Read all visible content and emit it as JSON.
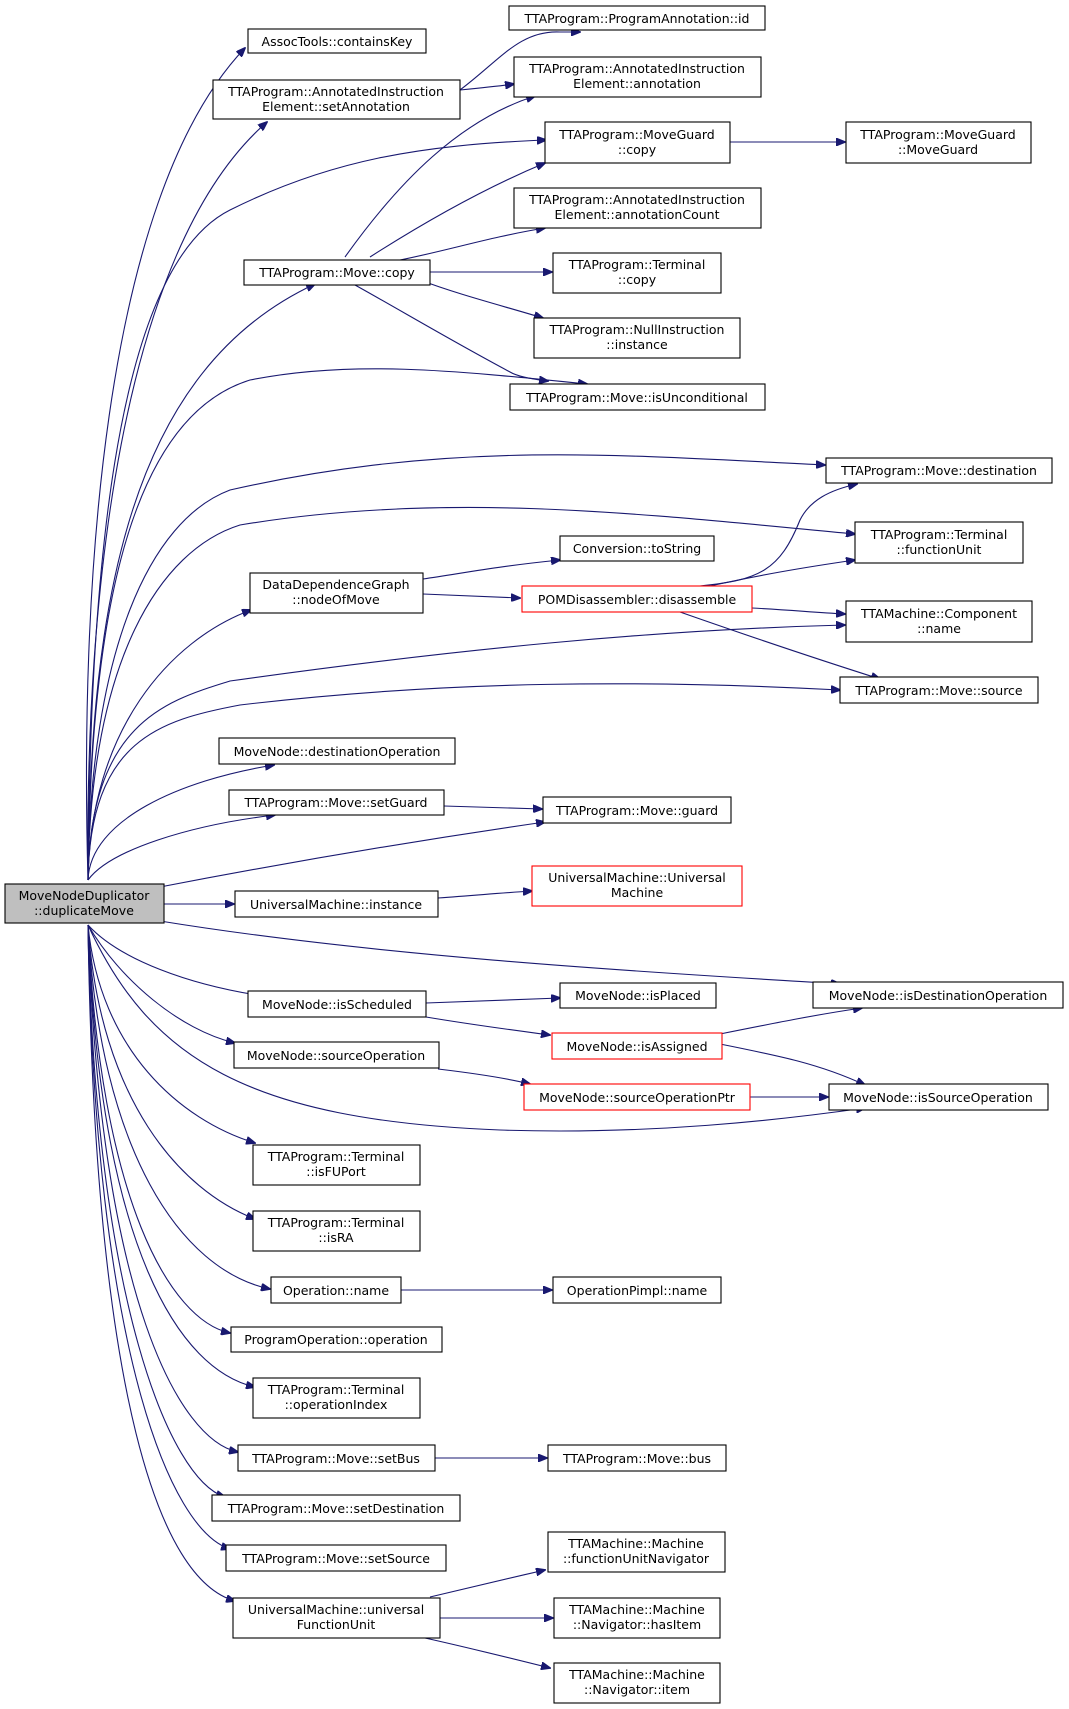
{
  "root": {
    "line1": "MoveNodeDuplicator",
    "line2": "::duplicateMove"
  },
  "nodes": {
    "containsKey": {
      "line1": "AssocTools::containsKey"
    },
    "annId": {
      "line1": "TTAProgram::ProgramAnnotation::id"
    },
    "setAnnotation": {
      "line1": "TTAProgram::AnnotatedInstruction",
      "line2": "Element::setAnnotation"
    },
    "annotation": {
      "line1": "TTAProgram::AnnotatedInstruction",
      "line2": "Element::annotation"
    },
    "guardCopy": {
      "line1": "TTAProgram::MoveGuard",
      "line2": "::copy"
    },
    "moveGuardCtor": {
      "line1": "TTAProgram::MoveGuard",
      "line2": "::MoveGuard"
    },
    "annotationCount": {
      "line1": "TTAProgram::AnnotatedInstruction",
      "line2": "Element::annotationCount"
    },
    "moveCopy": {
      "line1": "TTAProgram::Move::copy"
    },
    "terminalCopy": {
      "line1": "TTAProgram::Terminal",
      "line2": "::copy"
    },
    "nullInstr": {
      "line1": "TTAProgram::NullInstruction",
      "line2": "::instance"
    },
    "isUnconditional": {
      "line1": "TTAProgram::Move::isUnconditional"
    },
    "destination": {
      "line1": "TTAProgram::Move::destination"
    },
    "functionUnit": {
      "line1": "TTAProgram::Terminal",
      "line2": "::functionUnit"
    },
    "toString": {
      "line1": "Conversion::toString"
    },
    "nodeOfMove": {
      "line1": "DataDependenceGraph",
      "line2": "::nodeOfMove"
    },
    "disassemble": {
      "line1": "POMDisassembler::disassemble"
    },
    "componentName": {
      "line1": "TTAMachine::Component",
      "line2": "::name"
    },
    "source": {
      "line1": "TTAProgram::Move::source"
    },
    "destOp": {
      "line1": "MoveNode::destinationOperation"
    },
    "setGuard": {
      "line1": "TTAProgram::Move::setGuard"
    },
    "guard": {
      "line1": "TTAProgram::Move::guard"
    },
    "umCtor": {
      "line1": "UniversalMachine::Universal",
      "line2": "Machine"
    },
    "umInstance": {
      "line1": "UniversalMachine::instance"
    },
    "isDestOp": {
      "line1": "MoveNode::isDestinationOperation"
    },
    "isScheduled": {
      "line1": "MoveNode::isScheduled"
    },
    "isPlaced": {
      "line1": "MoveNode::isPlaced"
    },
    "isAssigned": {
      "line1": "MoveNode::isAssigned"
    },
    "sourceOp": {
      "line1": "MoveNode::sourceOperation"
    },
    "sourceOpPtr": {
      "line1": "MoveNode::sourceOperationPtr"
    },
    "isSourceOp": {
      "line1": "MoveNode::isSourceOperation"
    },
    "isFUPort": {
      "line1": "TTAProgram::Terminal",
      "line2": "::isFUPort"
    },
    "isRA": {
      "line1": "TTAProgram::Terminal",
      "line2": "::isRA"
    },
    "opName": {
      "line1": "Operation::name"
    },
    "pimplName": {
      "line1": "OperationPimpl::name"
    },
    "progOp": {
      "line1": "ProgramOperation::operation"
    },
    "opIndex": {
      "line1": "TTAProgram::Terminal",
      "line2": "::operationIndex"
    },
    "setBus": {
      "line1": "TTAProgram::Move::setBus"
    },
    "bus": {
      "line1": "TTAProgram::Move::bus"
    },
    "setDestination": {
      "line1": "TTAProgram::Move::setDestination"
    },
    "setSource": {
      "line1": "TTAProgram::Move::setSource"
    },
    "fuNavigator": {
      "line1": "TTAMachine::Machine",
      "line2": "::functionUnitNavigator"
    },
    "universalFU": {
      "line1": "UniversalMachine::universal",
      "line2": "FunctionUnit"
    },
    "hasItem": {
      "line1": "TTAMachine::Machine",
      "line2": "::Navigator::hasItem"
    },
    "navItem": {
      "line1": "TTAMachine::Machine",
      "line2": "::Navigator::item"
    }
  },
  "colors": {
    "edge": "#191970",
    "node_border": "#000000",
    "highlight_border": "#ff0000",
    "root_fill": "#bfbfbf"
  }
}
